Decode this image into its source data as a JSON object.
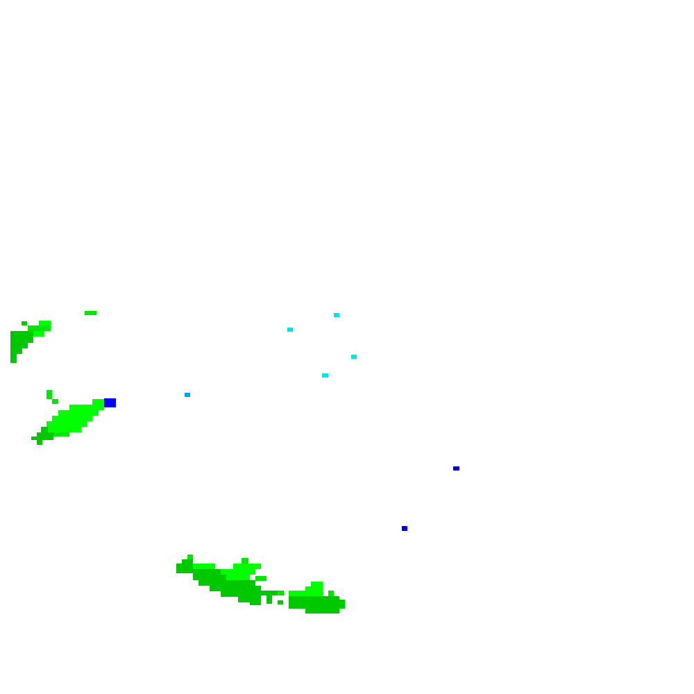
{
  "map": {
    "colors": {
      "background": "#ffffff",
      "land_light": "#00ff00",
      "land_medium": "#00e600",
      "land_dark": "#00c800",
      "marker_cyan": "#00e5e5",
      "marker_sky": "#00a0ff",
      "marker_blue": "#0000ff",
      "marker_navy": "#0000e0"
    },
    "regions": [
      {
        "id": "landmass-northwest",
        "fill": "land_light"
      },
      {
        "id": "landmass-west",
        "fill": "land_light"
      },
      {
        "id": "landmass-south",
        "fill": "land_dark"
      }
    ],
    "markers": [
      {
        "id": "marker-1",
        "color": "marker_cyan"
      },
      {
        "id": "marker-2",
        "color": "marker_cyan"
      },
      {
        "id": "marker-3",
        "color": "marker_cyan"
      },
      {
        "id": "marker-4",
        "color": "marker_cyan"
      },
      {
        "id": "marker-5",
        "color": "marker_sky"
      },
      {
        "id": "marker-6",
        "color": "marker_blue"
      },
      {
        "id": "marker-7",
        "color": "marker_navy"
      },
      {
        "id": "marker-8",
        "color": "marker_navy"
      }
    ]
  }
}
